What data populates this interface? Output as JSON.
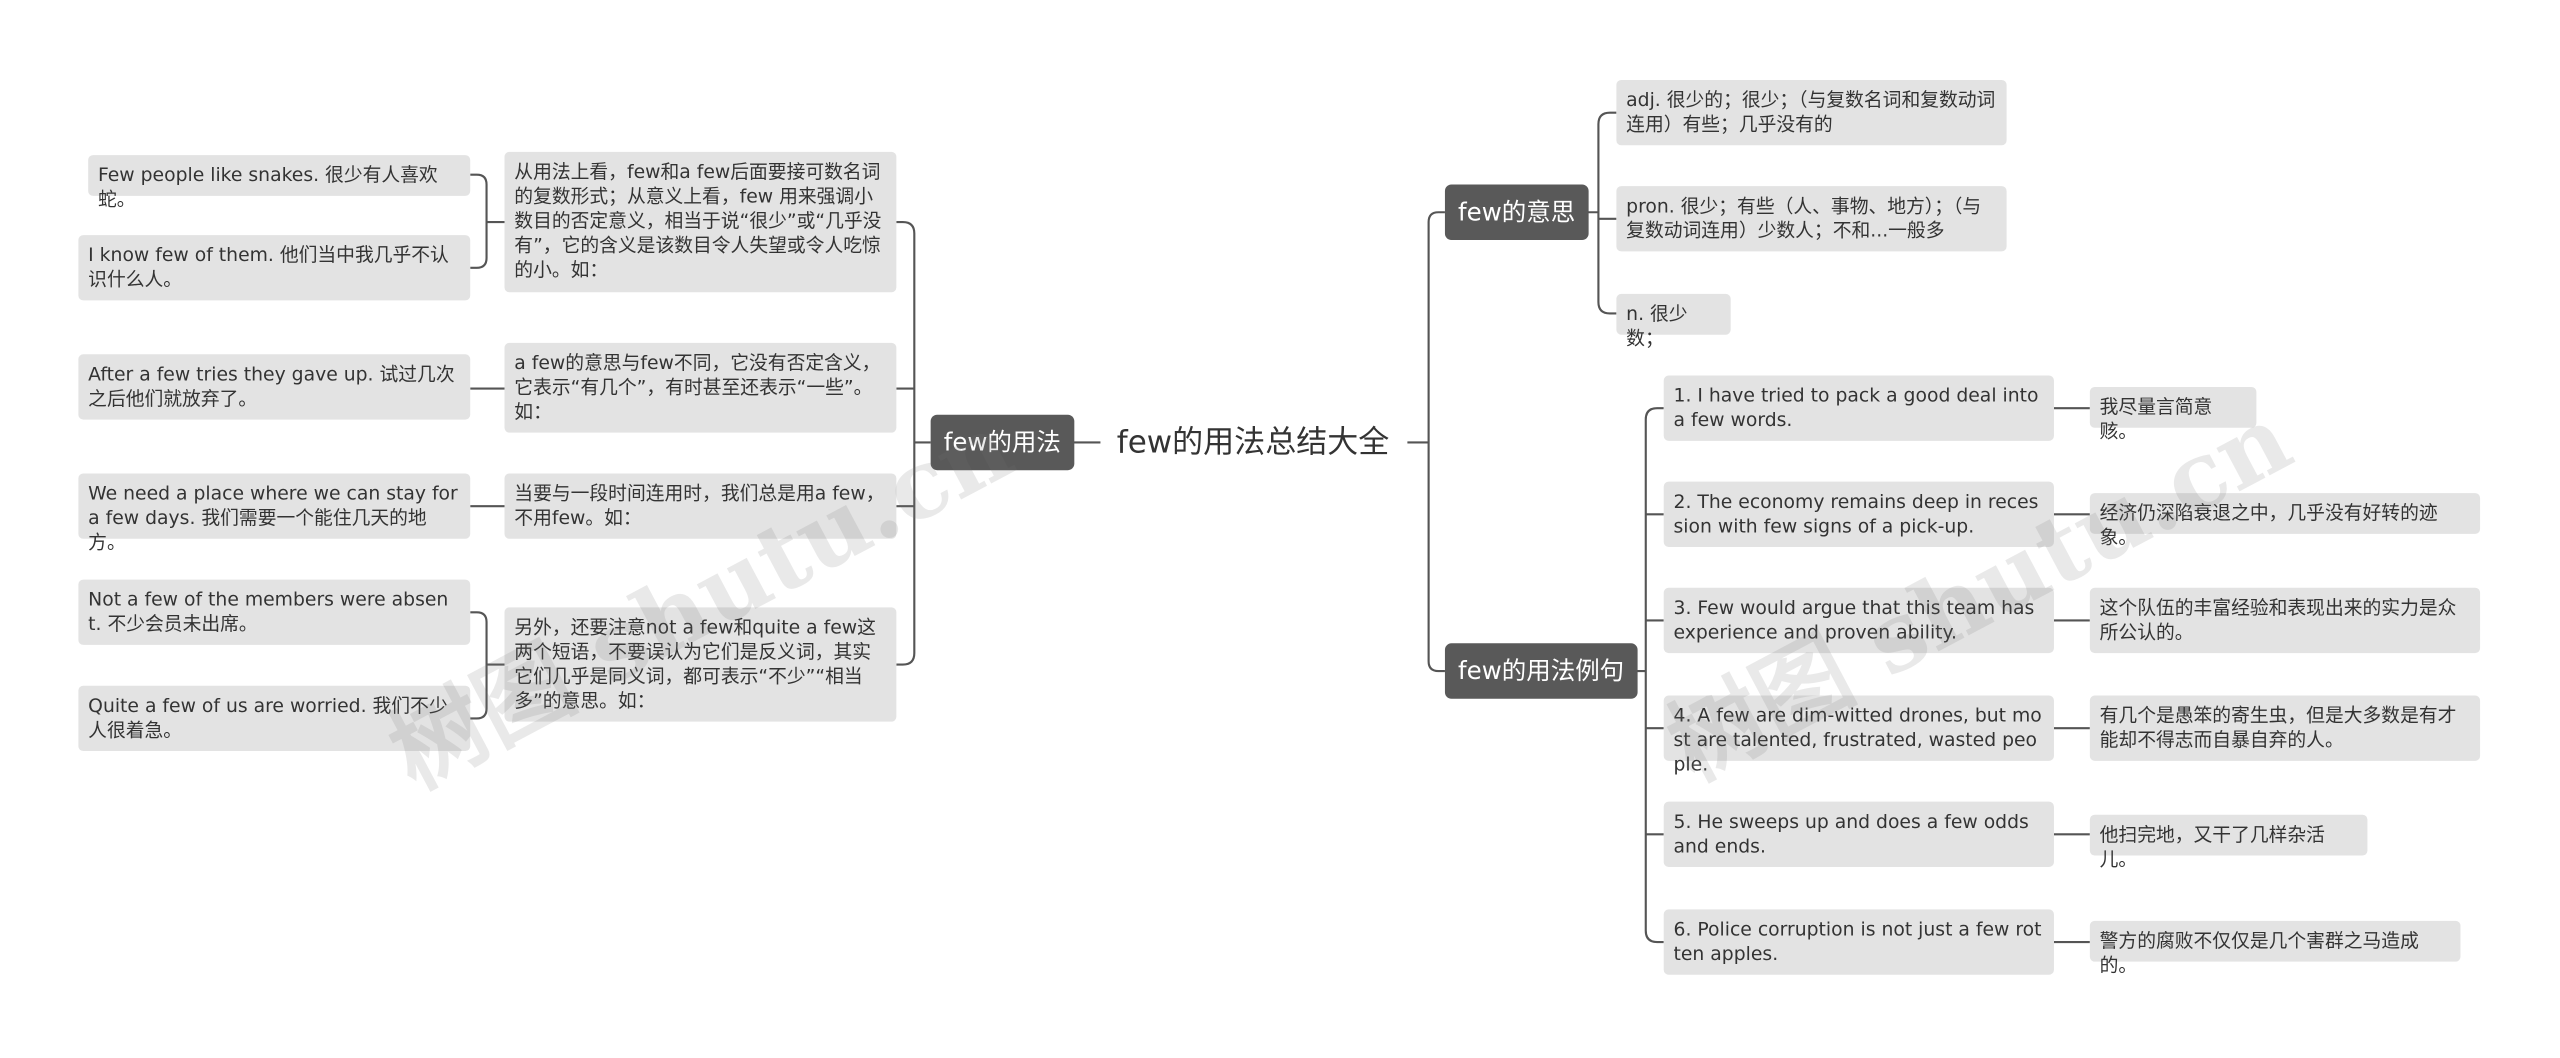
{
  "root": {
    "title": "few的用法总结大全"
  },
  "usage": {
    "label": "few的用法",
    "groups": [
      {
        "text": "从用法上看，few和a few后面要接可数名词的复数形式；从意义上看，few 用来强调小数目的否定意义，相当于说“很少”或“几乎没有”，它的含义是该数目令人失望或令人吃惊的小。如：",
        "examples": [
          "Few people like snakes. 很少有人喜欢蛇。",
          "I know few of them. 他们当中我几乎不认识什么人。"
        ]
      },
      {
        "text": "a few的意思与few不同，它没有否定含义，它表示“有几个”，有时甚至还表示“一些”。如：",
        "examples": [
          "After a few tries they gave up. 试过几次之后他们就放弃了。"
        ]
      },
      {
        "text": "当要与一段时间连用时，我们总是用a few，不用few。如：",
        "examples": [
          "We need a place where we can stay for a few days. 我们需要一个能住几天的地方。"
        ]
      },
      {
        "text": "另外，还要注意not a few和quite a few这两个短语，不要误认为它们是反义词，其实它们几乎是同义词，都可表示“不少”“相当多”的意思。如：",
        "examples": [
          "Not a few of the members were absent. 不少会员未出席。",
          "Quite a few of us are worried. 我们不少人很着急。"
        ]
      }
    ]
  },
  "meaning": {
    "label": "few的意思",
    "items": [
      "adj. 很少的；很少；（与复数名词和复数动词连用）有些；几乎没有的",
      "pron. 很少；有些（人、事物、地方）；（与复数动词连用）少数人；不和...一般多",
      "n. 很少数；"
    ]
  },
  "examples": {
    "label": "few的用法例句",
    "items": [
      {
        "en": "1. I have tried to pack a good deal into a few words.",
        "zh": "我尽量言简意赅。"
      },
      {
        "en": "2. The economy remains deep in recession with few signs of a pick-up.",
        "zh": "经济仍深陷衰退之中，几乎没有好转的迹象。"
      },
      {
        "en": "3. Few would argue that this team has experience and proven ability.",
        "zh": "这个队伍的丰富经验和表现出来的实力是众所公认的。"
      },
      {
        "en": "4. A few are dim-witted drones, but most are talented, frustrated, wasted people.",
        "zh": "有几个是愚笨的寄生虫，但是大多数是有才能却不得志而自暴自弃的人。"
      },
      {
        "en": "5. He sweeps up and does a few odds and ends.",
        "zh": "他扫完地，又干了几样杂活儿。"
      },
      {
        "en": "6. Police corruption is not just a few rotten apples.",
        "zh": "警方的腐败不仅仅是几个害群之马造成的。"
      }
    ]
  },
  "watermark": {
    "text": "树图 shutu.cn"
  },
  "colors": {
    "branch": "#595959",
    "leaf": "#e3e3e3",
    "line": "#555555",
    "text": "#333333"
  }
}
